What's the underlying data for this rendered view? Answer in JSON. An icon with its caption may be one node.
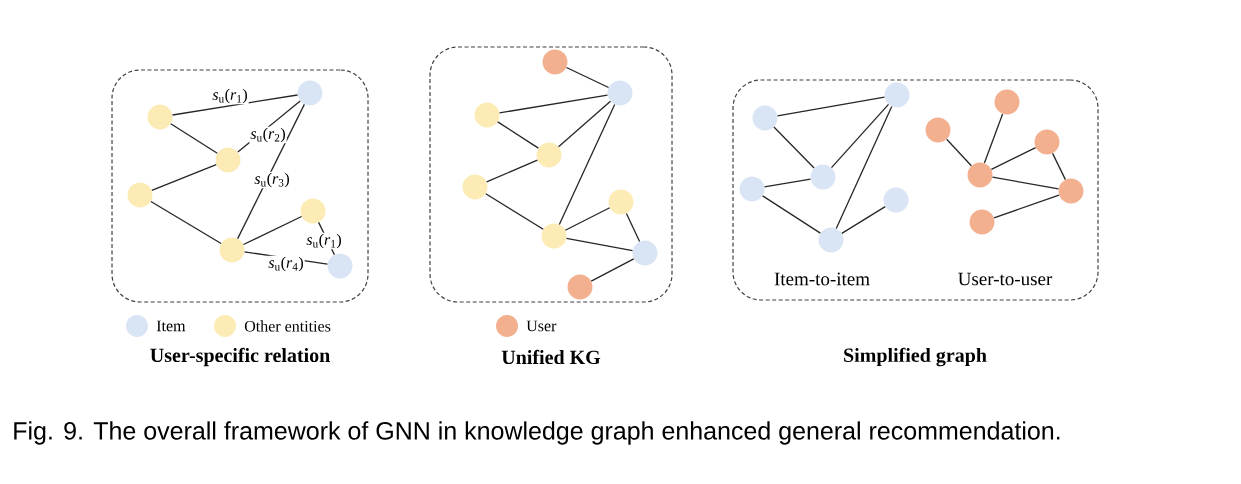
{
  "diagram": {
    "caption": "Fig. 9.  The overall framework of GNN in knowledge graph enhanced general recommendation.",
    "nodes": [
      {
        "text": [
          "User-specific relation"
        ]
      },
      {
        "text": [
          "Unified KG"
        ]
      },
      {
        "text": [
          "Item-to-item",
          "User-to-user",
          "Simplified graph"
        ]
      },
      {
        "text": [],
        "shape": "circle",
        "in": 0
      },
      {
        "text": [],
        "shape": "circle",
        "in": 0
      },
      {
        "text": [],
        "shape": "circle",
        "in": 0
      },
      {
        "text": [],
        "shape": "circle",
        "in": 0
      },
      {
        "text": [],
        "shape": "circle",
        "in": 0
      },
      {
        "text": [],
        "shape": "circle",
        "in": 0
      },
      {
        "text": [],
        "shape": "circle",
        "in": 0
      },
      {
        "text": [],
        "shape": "circle",
        "in": 1
      },
      {
        "text": [],
        "shape": "circle",
        "in": 1
      },
      {
        "text": [],
        "shape": "circle",
        "in": 1
      },
      {
        "text": [],
        "shape": "circle",
        "in": 1
      },
      {
        "text": [],
        "shape": "circle",
        "in": 1
      },
      {
        "text": [],
        "shape": "circle",
        "in": 1
      },
      {
        "text": [],
        "shape": "circle",
        "in": 1
      },
      {
        "text": [],
        "shape": "circle",
        "in": 1
      },
      {
        "text": [],
        "shape": "circle",
        "in": 1
      },
      {
        "text": [],
        "shape": "circle",
        "in": 2
      },
      {
        "text": [],
        "shape": "circle",
        "in": 2
      },
      {
        "text": [],
        "shape": "circle",
        "in": 2
      },
      {
        "text": [],
        "shape": "circle",
        "in": 2
      },
      {
        "text": [],
        "shape": "circle",
        "in": 2
      },
      {
        "text": [],
        "shape": "circle",
        "in": 2
      },
      {
        "text": [],
        "shape": "circle",
        "in": 2
      },
      {
        "text": [],
        "shape": "circle",
        "in": 2
      },
      {
        "text": [],
        "shape": "circle",
        "in": 2
      },
      {
        "text": [],
        "shape": "circle",
        "in": 2
      },
      {
        "text": [],
        "shape": "circle",
        "in": 2
      },
      {
        "text": [],
        "shape": "circle",
        "in": 2
      }
    ],
    "edges": [
      {
        "from": 4,
        "to": 3,
        "arrow": "none",
        "label": "*s*$_{u}$(*r*$_{1}$)"
      },
      {
        "from": 4,
        "to": 5,
        "arrow": "none"
      },
      {
        "from": 5,
        "to": 3,
        "arrow": "none",
        "label": "*s*$_{u}$(*r*$_{2}$)"
      },
      {
        "from": 6,
        "to": 5,
        "arrow": "none"
      },
      {
        "from": 6,
        "to": 8,
        "arrow": "none"
      },
      {
        "from": 8,
        "to": 3,
        "arrow": "none",
        "label": "*s*$_{u}$(*r*$_{3}$)"
      },
      {
        "from": 8,
        "to": 7,
        "arrow": "none"
      },
      {
        "from": 7,
        "to": 9,
        "arrow": "none",
        "label": "*s*$_{u}$(*r*$_{1}$)"
      },
      {
        "from": 8,
        "to": 9,
        "arrow": "none",
        "label": "*s*$_{u}$(*r*$_{4}$)"
      },
      {
        "from": 10,
        "to": 11,
        "arrow": "none"
      },
      {
        "from": 12,
        "to": 11,
        "arrow": "none"
      },
      {
        "from": 12,
        "to": 13,
        "arrow": "none"
      },
      {
        "from": 13,
        "to": 11,
        "arrow": "none"
      },
      {
        "from": 14,
        "to": 13,
        "arrow": "none"
      },
      {
        "from": 14,
        "to": 16,
        "arrow": "none"
      },
      {
        "from": 16,
        "to": 11,
        "arrow": "none"
      },
      {
        "from": 16,
        "to": 15,
        "arrow": "none"
      },
      {
        "from": 15,
        "to": 17,
        "arrow": "none"
      },
      {
        "from": 16,
        "to": 17,
        "arrow": "none"
      },
      {
        "from": 18,
        "to": 17,
        "arrow": "none"
      },
      {
        "from": 20,
        "to": 19,
        "arrow": "none"
      },
      {
        "from": 20,
        "to": 21,
        "arrow": "none"
      },
      {
        "from": 21,
        "to": 19,
        "arrow": "none"
      },
      {
        "from": 22,
        "to": 21,
        "arrow": "none"
      },
      {
        "from": 22,
        "to": 24,
        "arrow": "none"
      },
      {
        "from": 24,
        "to": 19,
        "arrow": "none"
      },
      {
        "from": 24,
        "to": 23,
        "arrow": "none"
      },
      {
        "from": 26,
        "to": 28,
        "arrow": "none"
      },
      {
        "from": 28,
        "to": 25,
        "arrow": "none"
      },
      {
        "from": 28,
        "to": 27,
        "arrow": "none"
      },
      {
        "from": 27,
        "to": 29,
        "arrow": "none"
      },
      {
        "from": 28,
        "to": 29,
        "arrow": "none"
      },
      {
        "from": 30,
        "to": 29,
        "arrow": "none"
      }
    ],
    "legend": [
      {
        "text": "Item",
        "color": "#d9e5f5"
      },
      {
        "text": "Other entities",
        "color": "#fcebb4"
      },
      {
        "text": "User",
        "color": "#f2b08f"
      }
    ]
  }
}
